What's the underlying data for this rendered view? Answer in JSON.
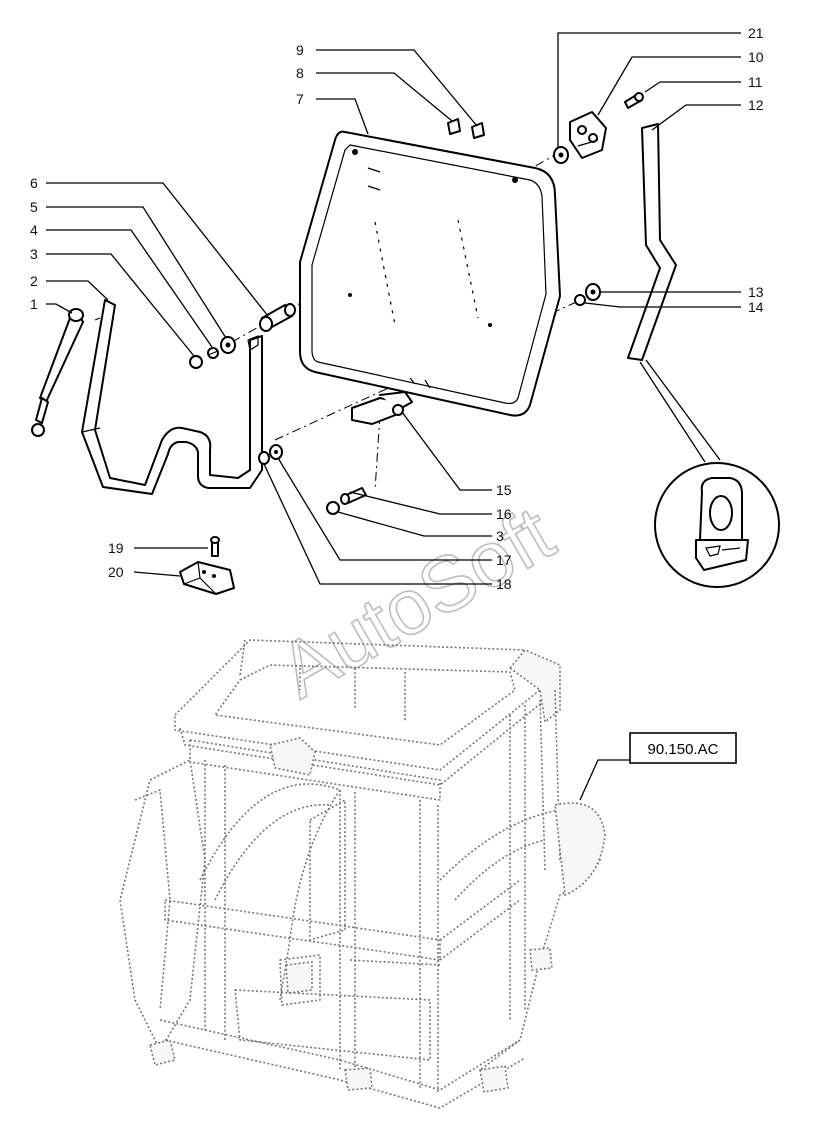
{
  "diagram": {
    "watermark": "AutoSoft",
    "reference_label": "90.150.AC",
    "callouts": [
      {
        "id": "c-21",
        "text": "21"
      },
      {
        "id": "c-10",
        "text": "10"
      },
      {
        "id": "c-11",
        "text": "11"
      },
      {
        "id": "c-12",
        "text": "12"
      },
      {
        "id": "c-9",
        "text": "9"
      },
      {
        "id": "c-8",
        "text": "8"
      },
      {
        "id": "c-7",
        "text": "7"
      },
      {
        "id": "c-6",
        "text": "6"
      },
      {
        "id": "c-5",
        "text": "5"
      },
      {
        "id": "c-4",
        "text": "4"
      },
      {
        "id": "c-3a",
        "text": "3"
      },
      {
        "id": "c-2",
        "text": "2"
      },
      {
        "id": "c-1",
        "text": "1"
      },
      {
        "id": "c-13",
        "text": "13"
      },
      {
        "id": "c-14",
        "text": "14"
      },
      {
        "id": "c-15",
        "text": "15"
      },
      {
        "id": "c-16",
        "text": "16"
      },
      {
        "id": "c-3b",
        "text": "3"
      },
      {
        "id": "c-17",
        "text": "17"
      },
      {
        "id": "c-18",
        "text": "18"
      },
      {
        "id": "c-19",
        "text": "19"
      },
      {
        "id": "c-20",
        "text": "20"
      }
    ]
  }
}
